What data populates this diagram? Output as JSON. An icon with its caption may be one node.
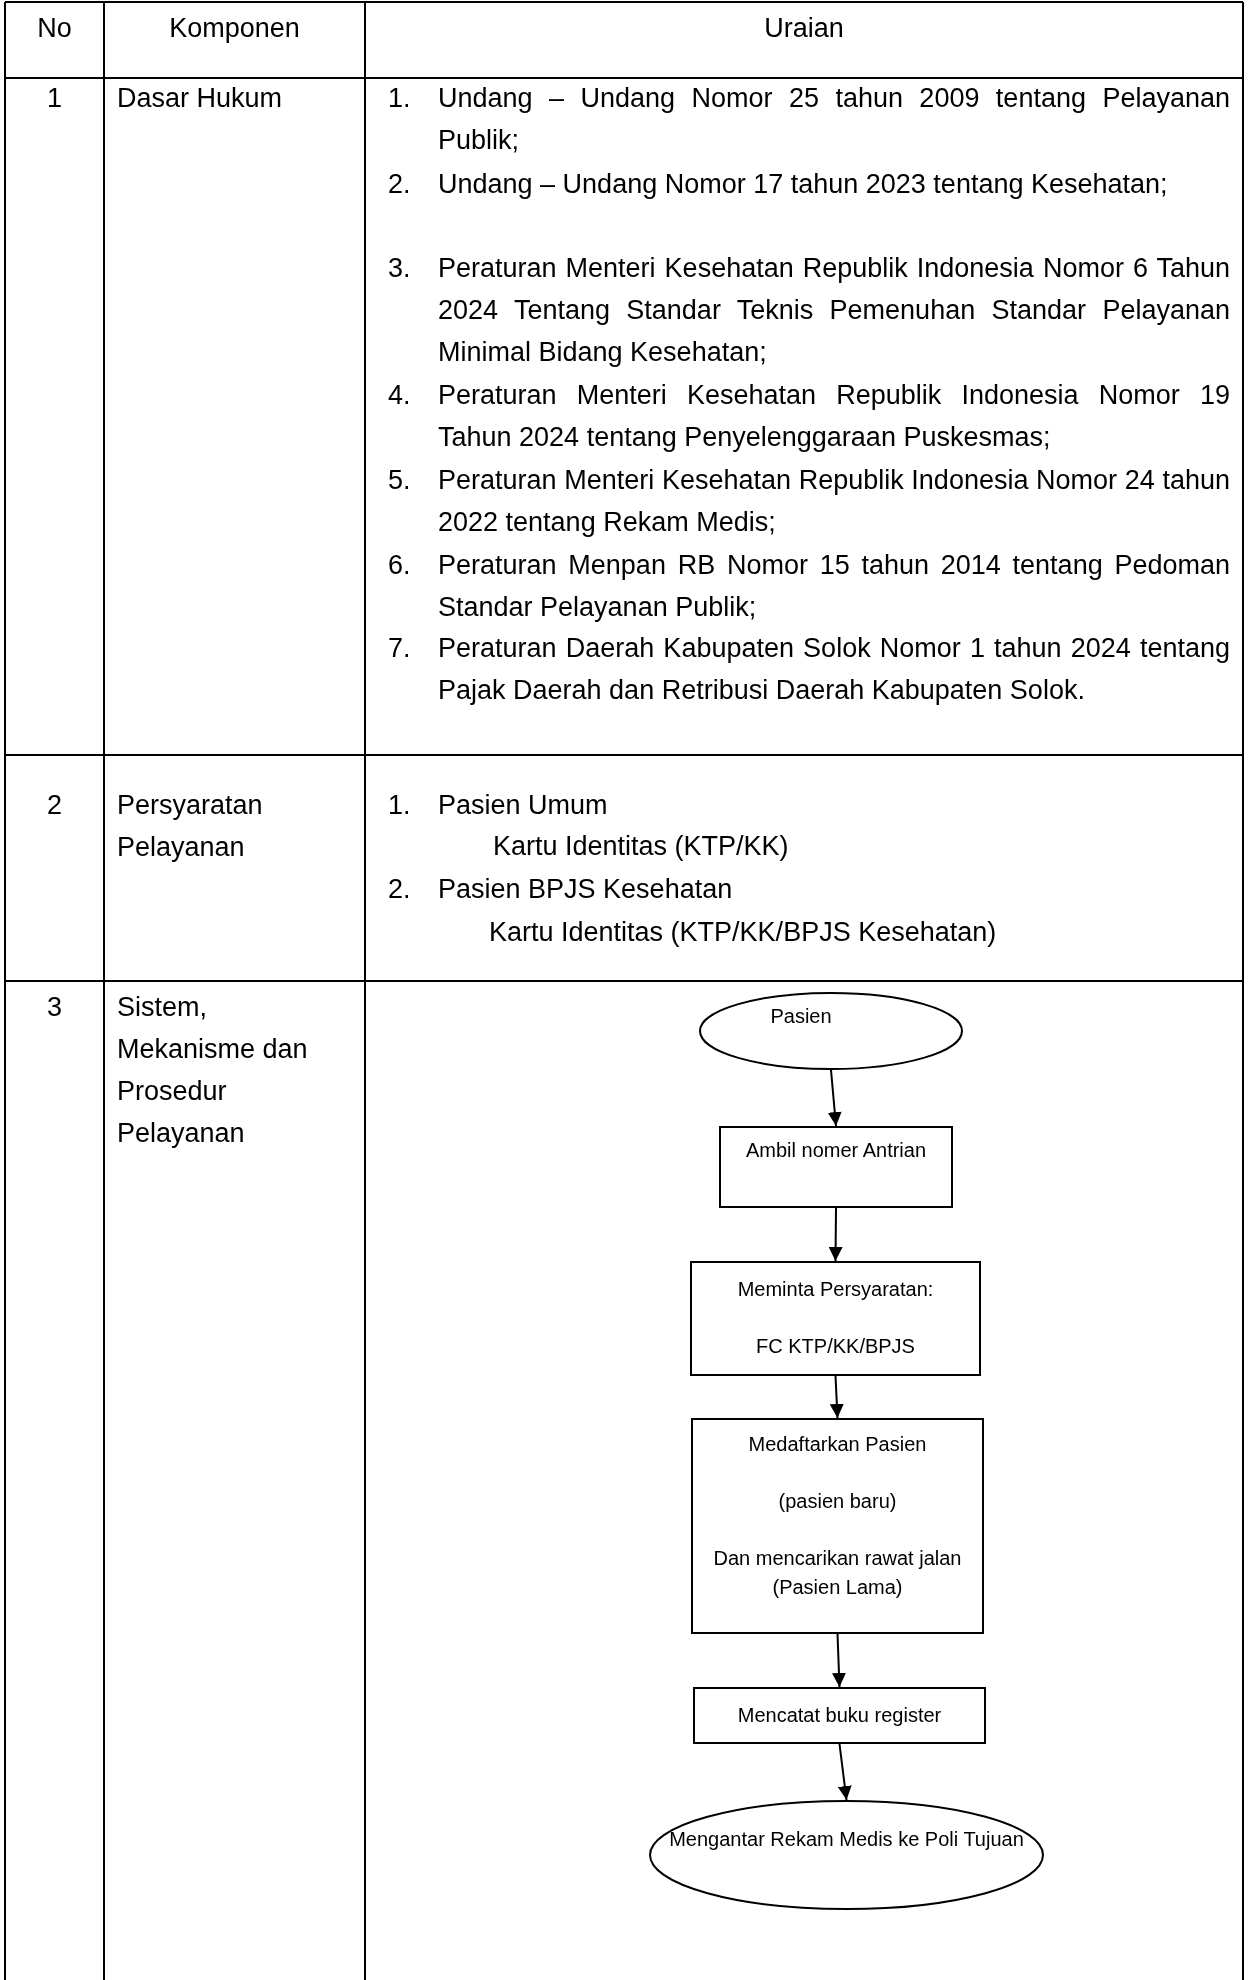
{
  "diagram": {
    "nodes": [
      {
        "text": [
          "Pasien"
        ]
      },
      {
        "text": [
          "Ambil nomer Antrian"
        ]
      },
      {
        "text": [
          "Meminta Persyaratan:",
          "FC KTP/KK/BPJS"
        ]
      },
      {
        "text": [
          "Medaftarkan Pasien",
          "(pasien baru)",
          "Dan mencarikan rawat jalan (Pasien Lama)"
        ]
      },
      {
        "text": [
          "Mencatat buku register"
        ]
      },
      {
        "text": [
          "Mengantar Rekam Medis ke Poli Tujuan"
        ]
      }
    ],
    "edges": [
      {
        "from": 0,
        "to": 1,
        "arrow": "to"
      },
      {
        "from": 1,
        "to": 2,
        "arrow": "to"
      },
      {
        "from": 2,
        "to": 3,
        "arrow": "to"
      },
      {
        "from": 3,
        "to": 4,
        "arrow": "to"
      },
      {
        "from": 4,
        "to": 5,
        "arrow": "to"
      }
    ],
    "labels": [
      "No",
      "Komponen",
      "Uraian",
      "1",
      "Dasar Hukum",
      "1.",
      "Undang – Undang Nomor 25 tahun 2009 tentang Pelayanan Publik;",
      "2.",
      "Undang – Undang Nomor 17 tahun 2023 tentang Kesehatan;",
      "3.",
      "Peraturan Menteri Kesehatan Republik Indonesia Nomor 6 Tahun 2024 Tentang Standar Teknis Pemenuhan Standar Pelayanan Minimal Bidang Kesehatan;",
      "4.",
      "Peraturan Menteri Kesehatan Republik Indonesia Nomor 19 Tahun 2024 tentang Penyelenggaraan Puskesmas;",
      "5.",
      "Peraturan Menteri Kesehatan Republik Indonesia Nomor 24 tahun 2022 tentang Rekam Medis;",
      "6.",
      "Peraturan Menpan RB Nomor 15 tahun 2014 tentang Pedoman Standar Pelayanan Publik;",
      "7.",
      "Peraturan Daerah Kabupaten Solok Nomor 1 tahun 2024 tentang Pajak Daerah dan Retribusi Daerah Kabupaten Solok.",
      "2",
      "Persyaratan Pelayanan",
      "1.",
      "Pasien Umum",
      "Kartu Identitas (KTP/KK)",
      "2.",
      "Pasien BPJS Kesehatan",
      "Kartu Identitas (KTP/KK/BPJS Kesehatan)",
      "3",
      "Sistem, Mekanisme dan Prosedur Pelayanan"
    ]
  }
}
